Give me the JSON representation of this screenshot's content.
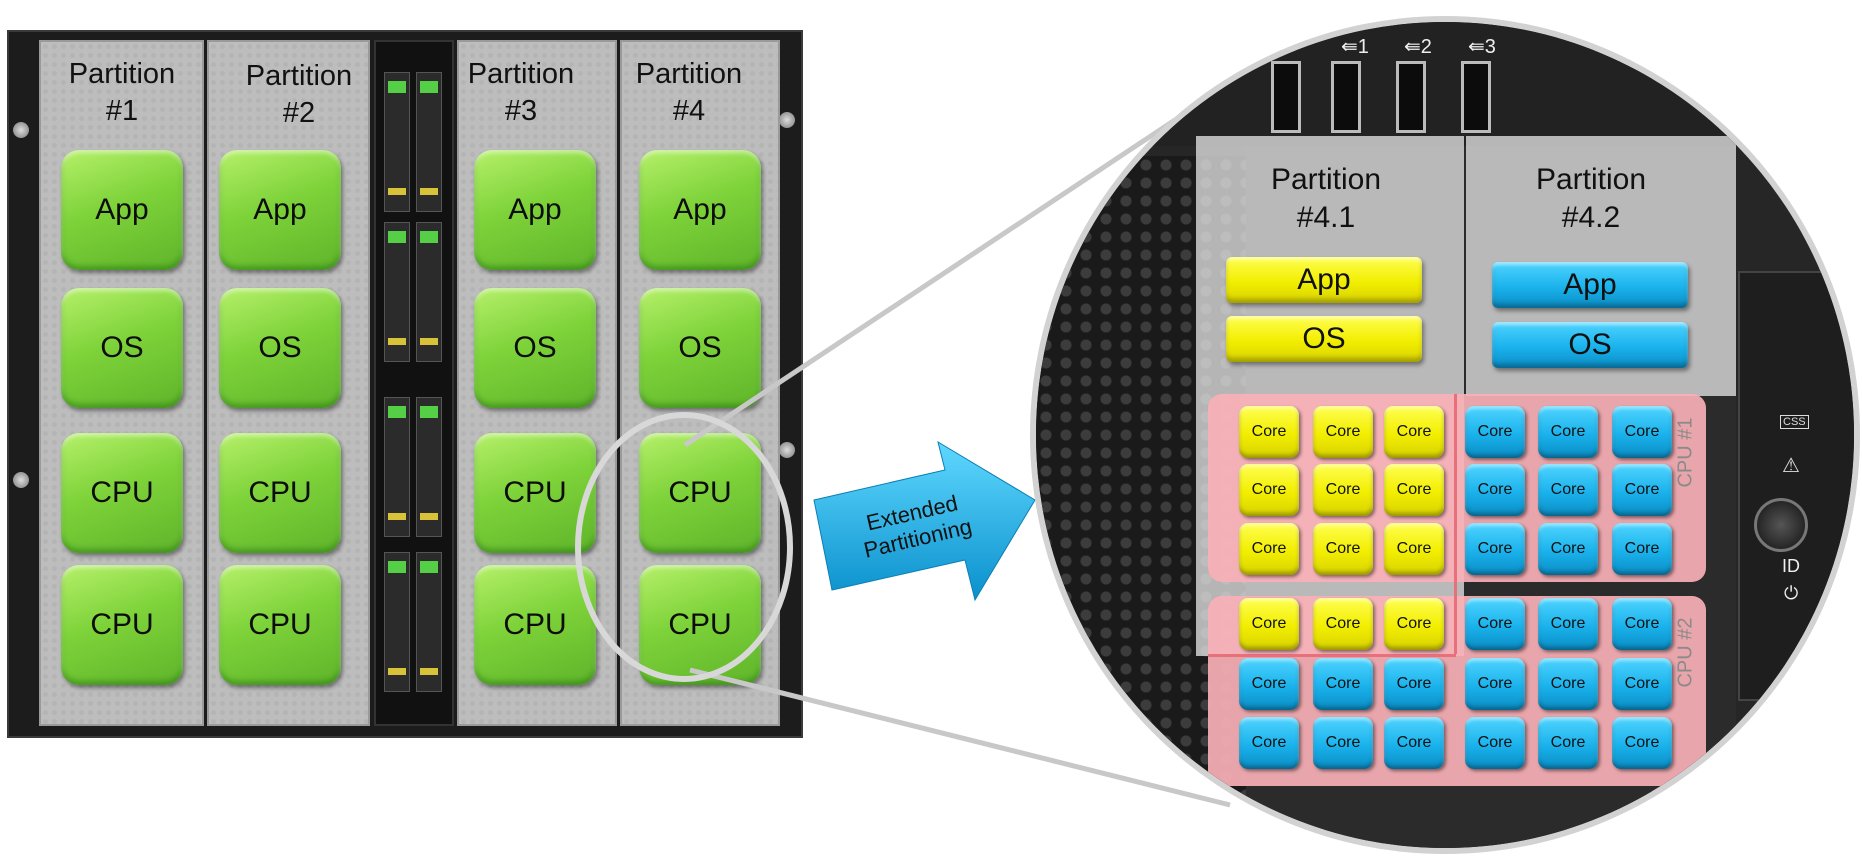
{
  "left_partitions": [
    {
      "title_line1": "Partition",
      "title_line2": "#1",
      "boxes": [
        "App",
        "OS",
        "CPU",
        "CPU"
      ]
    },
    {
      "title_line1": "Partition",
      "title_line2": "#2",
      "boxes": [
        "App",
        "OS",
        "CPU",
        "CPU"
      ]
    },
    {
      "title_line1": "Partition",
      "title_line2": "#3",
      "boxes": [
        "App",
        "OS",
        "CPU",
        "CPU"
      ]
    },
    {
      "title_line1": "Partition",
      "title_line2": "#4",
      "boxes": [
        "App",
        "OS",
        "CPU",
        "CPU"
      ]
    }
  ],
  "arrow": {
    "line1": "Extended",
    "line2": "Partitioning"
  },
  "zoom": {
    "p41": {
      "title_line1": "Partition",
      "title_line2": "#4.1",
      "app": "App",
      "os": "OS"
    },
    "p42": {
      "title_line1": "Partition",
      "title_line2": "#4.2",
      "app": "App",
      "os": "OS"
    },
    "cpu1_label": "CPU #1",
    "cpu2_label": "CPU #2",
    "core_label": "Core",
    "usb_labels": [
      "1",
      "2",
      "3"
    ],
    "panel_labels": {
      "css": "CSS",
      "id": "ID"
    }
  },
  "colors": {
    "green": "#7ed33a",
    "yellow": "#f2ee00",
    "blue": "#1ab2ec",
    "pink": "#f8b0b6"
  }
}
